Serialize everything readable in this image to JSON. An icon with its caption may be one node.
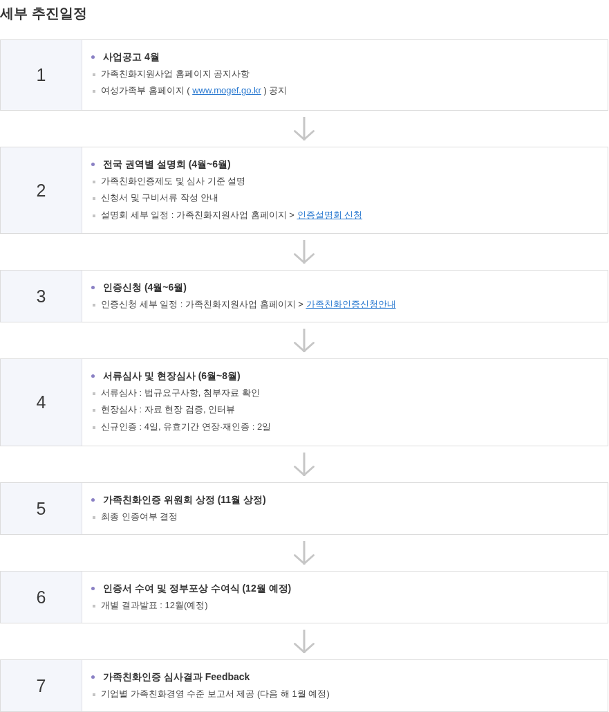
{
  "diagram": {
    "title": "세부 추진일정",
    "nodes": [
      {
        "text": [
          "1",
          "사업공고 4월",
          "가족친화지원사업 홈페이지 공지사항",
          "여성가족부 홈페이지 ( www.mogef.go.kr ) 공지"
        ]
      },
      {
        "text": [
          "2",
          "전국 권역별 설명회 (4월~6월)",
          "가족친화인증제도 및 심사 기준 설명",
          "신청서 및 구비서류 작성 안내",
          "설명회 세부 일정 : 가족친화지원사업 홈페이지 > 인증설명회 신청"
        ]
      },
      {
        "text": [
          "3",
          "인증신청 (4월~6월)",
          "인증신청 세부 일정 : 가족친화지원사업 홈페이지 > 가족친화인증신청안내"
        ]
      },
      {
        "text": [
          "4",
          "서류심사 및 현장심사 (6월~8월)",
          "서류심사 : 법규요구사항, 첨부자료 확인",
          "현장심사 : 자료 현장 검증, 인터뷰",
          "신규인증 : 4일, 유효기간 연장·재인증 : 2일"
        ]
      },
      {
        "text": [
          "5",
          "가족친화인증 위원회 상정 (11월 상정)",
          "최종 인증여부 결정"
        ]
      },
      {
        "text": [
          "6",
          "인증서 수여 및 정부포상 수여식 (12월 예정)",
          "개별 결과발표 : 12월(예정)"
        ]
      },
      {
        "text": [
          "7",
          "가족친화인증 심사결과 Feedback",
          "기업별 가족친화경영 수준 보고서 제공 (다음 해 1월 예정)"
        ]
      }
    ],
    "edges": [
      {
        "from": 0,
        "to": 1,
        "arrow": "to"
      },
      {
        "from": 1,
        "to": 2,
        "arrow": "to"
      },
      {
        "from": 2,
        "to": 3,
        "arrow": "to"
      },
      {
        "from": 3,
        "to": 4,
        "arrow": "to"
      },
      {
        "from": 4,
        "to": 5,
        "arrow": "to"
      },
      {
        "from": 5,
        "to": 6,
        "arrow": "to"
      }
    ]
  }
}
